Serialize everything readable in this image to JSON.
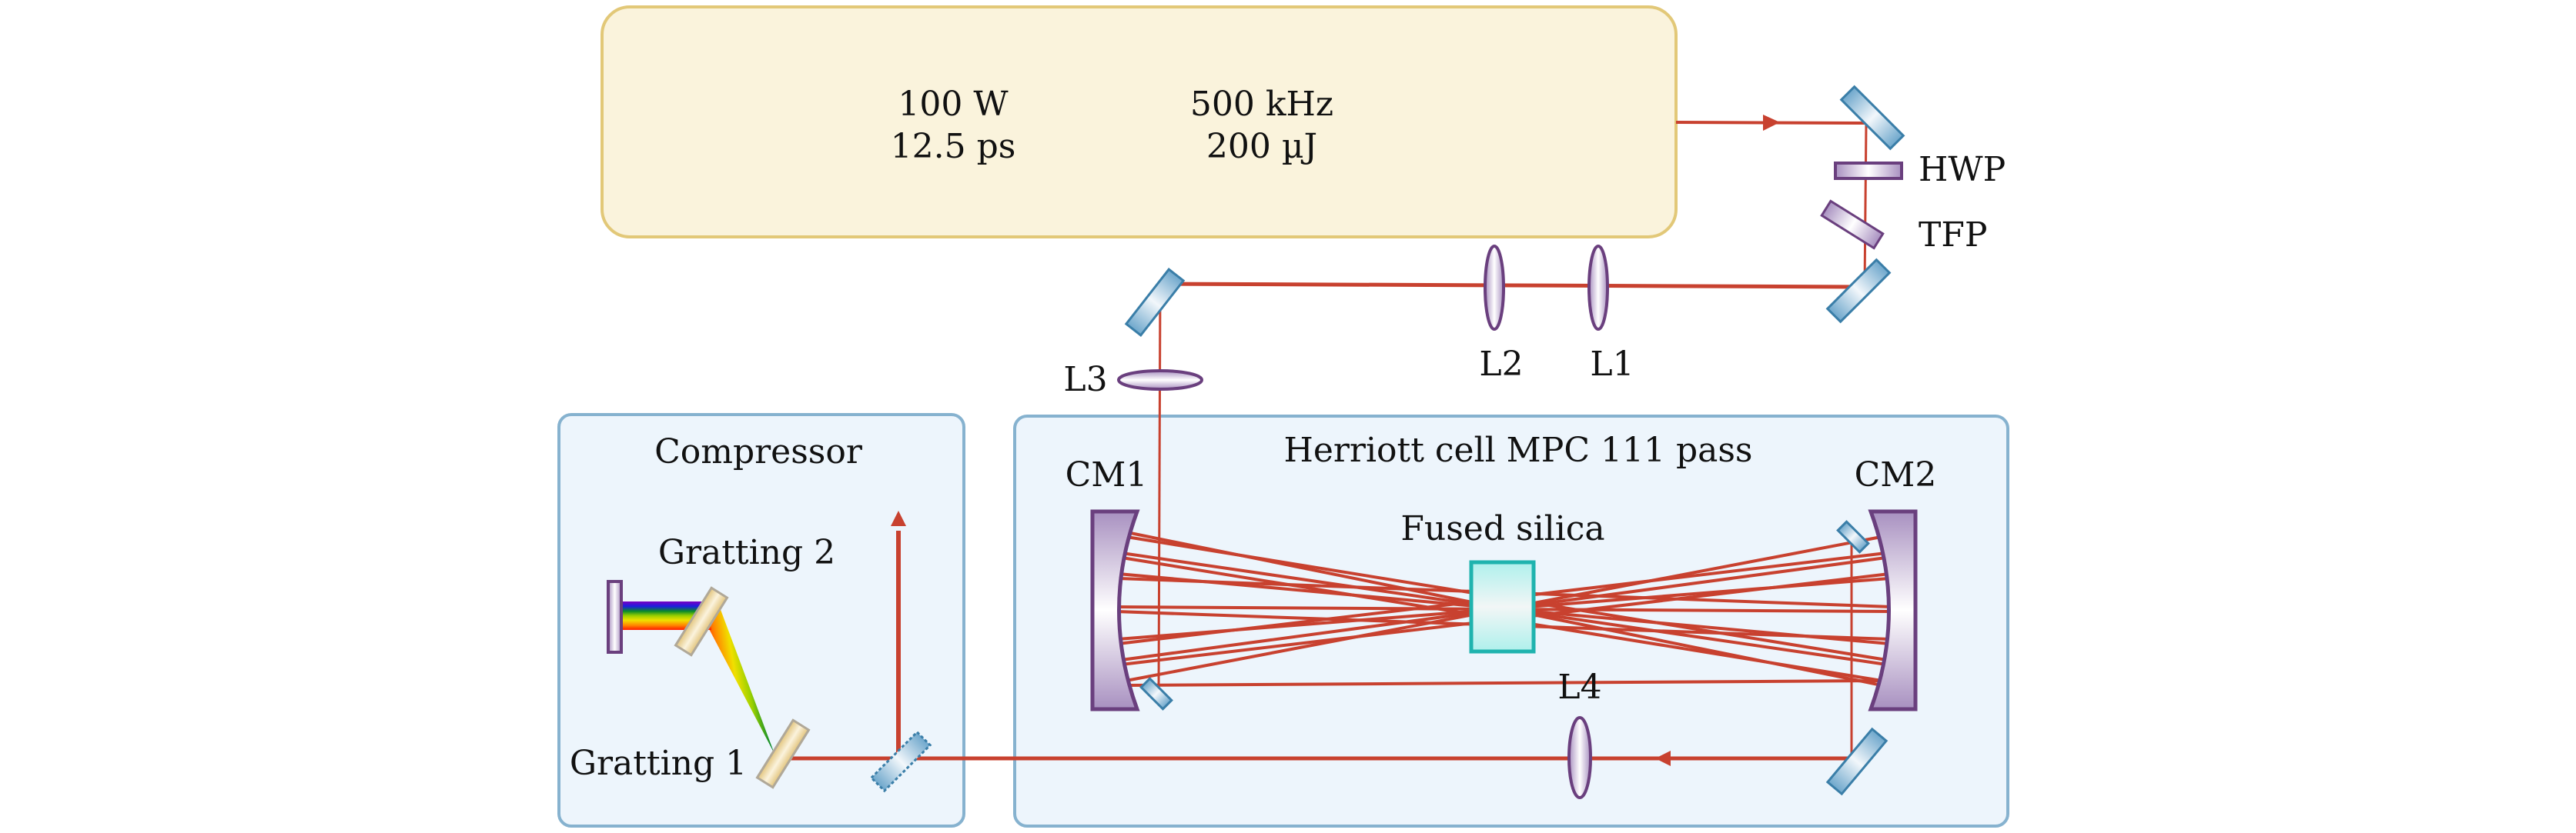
{
  "laser": {
    "power": "100 W",
    "pulse_duration": "12.5 ps",
    "rep_rate": "500 kHz",
    "pulse_energy": "200 µJ"
  },
  "labels": {
    "hwp": "HWP",
    "tfp": "TFP",
    "l1": "L1",
    "l2": "L2",
    "l3": "L3",
    "l4": "L4",
    "cm1": "CM1",
    "cm2": "CM2",
    "fused_silica": "Fused silica",
    "grating1": "Gratting 1",
    "grating2": "Gratting 2"
  },
  "boxes": {
    "compressor_title": "Compressor",
    "herriott_title": "Herriott cell MPC 111 pass"
  },
  "colors": {
    "beam": "#c8412f",
    "laser_box_fill": "#faf3dc",
    "laser_box_stroke": "#e2c878",
    "panel_fill": "#edf5fc",
    "panel_stroke": "#86b2cf",
    "mirror_fill": "#7fb3d3",
    "mirror_stroke": "#3a7ea8",
    "lens_fill": "#b59fc8",
    "lens_stroke": "#6a3f7e",
    "crystal_fill": "#b2f0ee",
    "crystal_stroke": "#1fb3ae",
    "grating_fill": "#e8cc88",
    "grating_stroke": "#b0a898"
  }
}
